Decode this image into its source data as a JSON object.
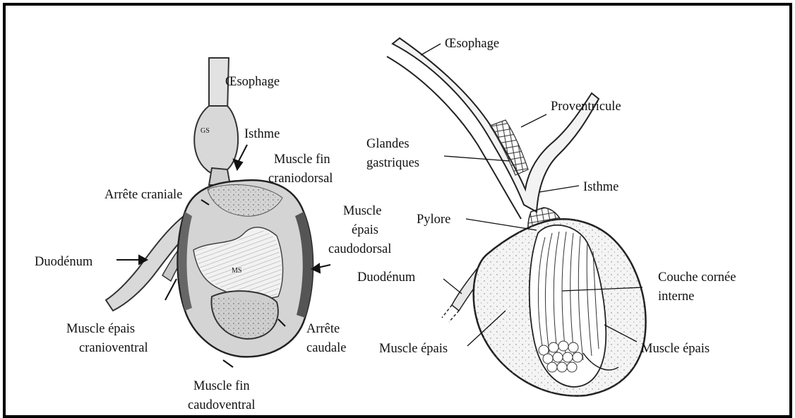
{
  "left_diagram": {
    "center_labels": {
      "gs": "GS",
      "ms": "MS"
    },
    "labels": {
      "oesophage": "Œsophage",
      "isthme": "Isthme",
      "muscle_fin_craniodorsal_1": "Muscle fin",
      "muscle_fin_craniodorsal_2": "craniodorsal",
      "arrete_craniale": "Arrête craniale",
      "muscle_epais_caudodorsal_1": "Muscle",
      "muscle_epais_caudodorsal_2": "épais",
      "muscle_epais_caudodorsal_3": "caudodorsal",
      "duodenum": "Duodénum",
      "muscle_epais_cranioventral_1": "Muscle épais",
      "muscle_epais_cranioventral_2": "cranioventral",
      "arrete_caudale_1": "Arrête",
      "arrete_caudale_2": "caudale",
      "muscle_fin_caudoventral_1": "Muscle fin",
      "muscle_fin_caudoventral_2": "caudoventral"
    }
  },
  "right_diagram": {
    "labels": {
      "oesophage": "Œsophage",
      "proventricule": "Proventricule",
      "glandes_1": "Glandes",
      "glandes_2": "gastriques",
      "isthme": "Isthme",
      "pylore": "Pylore",
      "duodenum": "Duodénum",
      "couche_1": "Couche cornée",
      "couche_2": "interne",
      "muscle_epais_left": "Muscle épais",
      "muscle_epais_right": "Muscle épais"
    }
  },
  "colors": {
    "frame": "#000000",
    "ink": "#111111",
    "tissue_left": "#dcdcdc",
    "tissue_right": "#eeeeee"
  }
}
